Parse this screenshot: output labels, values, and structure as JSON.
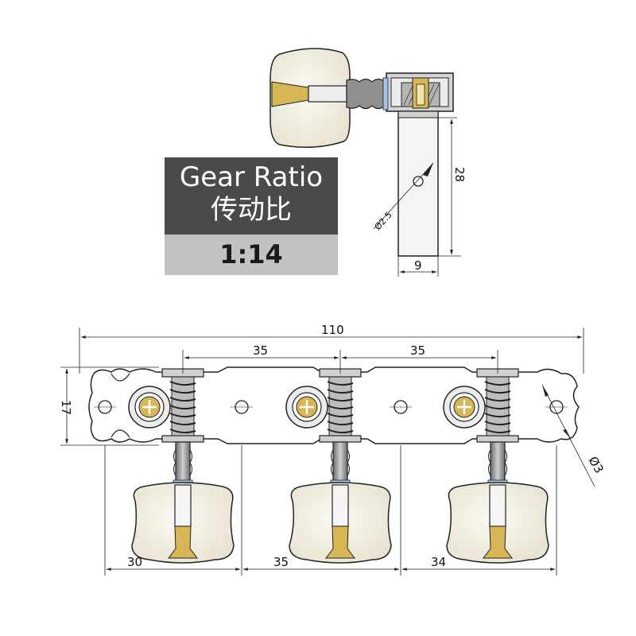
{
  "badge": {
    "title_en": "Gear Ratio",
    "title_cn": "传动比",
    "ratio": "1:14"
  },
  "side_view": {
    "height_dim": "28",
    "width_dim": "9",
    "hole_dim": "Ø2.5"
  },
  "front_view": {
    "overall_length": "110",
    "spacing_1": "35",
    "spacing_2": "35",
    "plate_height": "17",
    "hole_diameter": "Ø3",
    "bottom_dim_1": "30",
    "bottom_dim_2": "35",
    "bottom_dim_3": "34"
  },
  "colors": {
    "ivory": "#f3efe2",
    "brass": "#d8b656",
    "metal": "#c8c8c8",
    "dark": "#4a4a4a",
    "line": "#222222"
  }
}
